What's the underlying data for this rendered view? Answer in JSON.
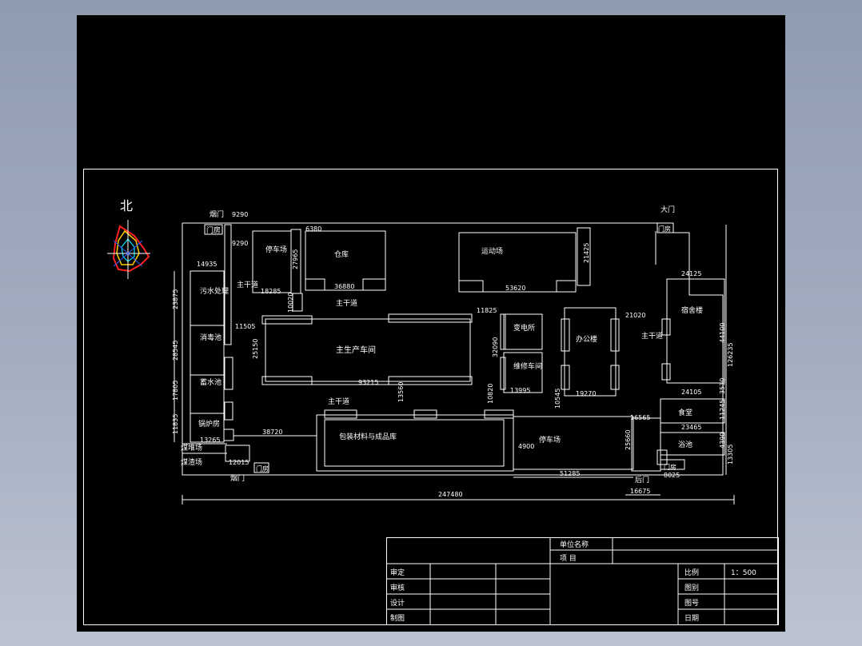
{
  "compass": {
    "north": "北"
  },
  "labels": {
    "yanmen_top": "烟门",
    "menfang_top": "门房",
    "damen": "大门",
    "menfang_right": "门房",
    "parking_top": "停车场",
    "warehouse": "仓库",
    "sports": "运动场",
    "main_road_top": "主干道",
    "main_road_left": "主干道",
    "main_road_right": "主干道",
    "main_road_mid": "主干道",
    "main_production": "主生产车间",
    "substation": "变电所",
    "repair_shop": "维修车间",
    "office": "办公楼",
    "dormitory": "宿舍楼",
    "sewage": "污水处理",
    "disinfect": "消毒池",
    "reservoir": "蓄水池",
    "boiler": "锅炉房",
    "coal_yard": "煤堆场",
    "slag_yard": "煤渣场",
    "packaging": "包装材料与成品库",
    "parking_bottom": "停车场",
    "canteen": "食堂",
    "bath": "浴池",
    "menfang_bottom_left": "门房",
    "yanmen_bottom": "烟门",
    "houmen": "后门",
    "menfang_bottom_right": "门房"
  },
  "dims": {
    "d9290a": "9290",
    "d9290b": "9290",
    "d6380": "6380",
    "d27965": "27965",
    "d18285": "18285",
    "d36880": "36880",
    "d53620": "53620",
    "d21425": "21425",
    "d14935": "14935",
    "d23875": "23875",
    "d10020": "10020",
    "d11505": "11505",
    "d25150": "25150",
    "d93215": "93215",
    "d11825": "11825",
    "d32090": "32090",
    "d13995": "13995",
    "d21020": "21020",
    "d19270": "19270",
    "d24125": "24125",
    "d44100": "44100",
    "d126235": "126235",
    "d28545": "28545",
    "d17805": "17805",
    "d11835": "11835",
    "d13265": "13265",
    "d38720": "38720",
    "d12015": "12015",
    "d13560": "13560",
    "d10820": "10820",
    "d10545": "10545",
    "d4900": "4900",
    "d16565": "16565",
    "d25660": "25660",
    "d51285": "51285",
    "d16675": "16675",
    "d24105": "24105",
    "d23465": "23465",
    "d11245": "11245",
    "d4390": "4390",
    "d13305": "13305",
    "d3530": "3530",
    "d8025": "8025",
    "d247480": "247480"
  },
  "title_block": {
    "unit_name_label": "单位名称",
    "project_label": "项    目",
    "reviewed": "审定",
    "checked": "审核",
    "designed": "设计",
    "drawn": "制图",
    "scale_label": "比例",
    "scale_value": "1：500",
    "category_label": "图别",
    "number_label": "图号",
    "date_label": "日期"
  },
  "colors": {
    "background": "#000000",
    "line": "#ffffff",
    "compass_red": "#ff2020",
    "compass_yellow": "#ffd000",
    "compass_cyan": "#00e5ff",
    "compass_blue": "#3060ff",
    "north_label": "#ffff00"
  }
}
